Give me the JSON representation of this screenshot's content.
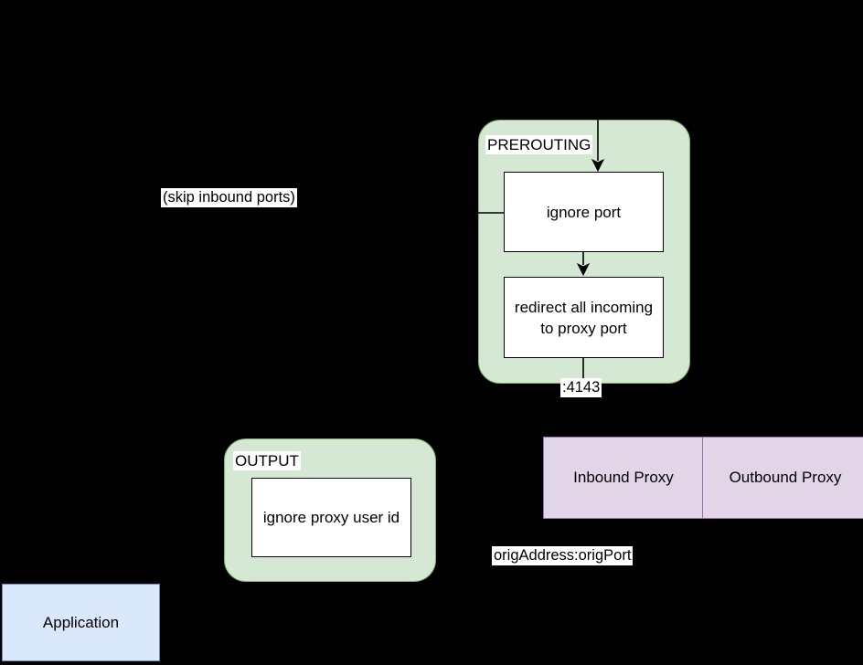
{
  "colors": {
    "background": "#000000",
    "chain_fill": "#d5e8d4",
    "chain_border": "#82b366",
    "proxy_fill": "#e1d5e7",
    "proxy_border": "#9673a6",
    "application_fill": "#dae8fc",
    "application_border": "#6c8ebf",
    "rule_node_fill": "#ffffff",
    "rule_node_border": "#000000",
    "connector": "#000000",
    "label_background": "#ffffff",
    "text": "#000000"
  },
  "prerouting_chain": {
    "title": "PREROUTING",
    "rules": [
      {
        "label": "ignore port"
      },
      {
        "label": "redirect all incoming to proxy port"
      }
    ]
  },
  "output_chain": {
    "title": "OUTPUT",
    "rules": [
      {
        "label": "ignore proxy user id"
      }
    ]
  },
  "proxy_row": {
    "inbound_label": "Inbound Proxy",
    "outbound_label": "Outbound Proxy"
  },
  "application": {
    "label": "Application"
  },
  "annotations": {
    "skip_inbound_ports": "(skip inbound ports)",
    "inbound_proxy_port": ":4143",
    "original_destination": "origAddress:origPort"
  }
}
